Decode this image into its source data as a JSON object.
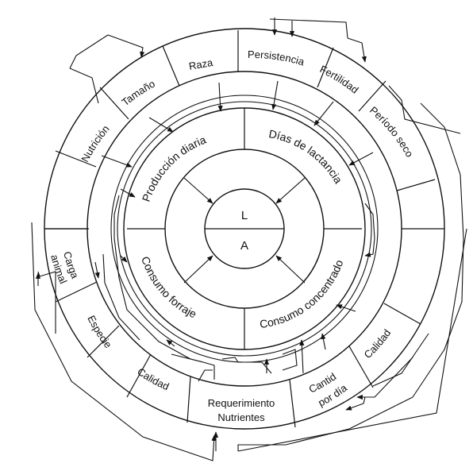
{
  "center": {
    "top": "L",
    "bottom": "A"
  },
  "mid_ring": {
    "produccion": "Producción diaria",
    "dias": "Días de lactancia",
    "forraje": "Consumo forraje",
    "concentrado": "Consumo concentrado"
  },
  "outer_ring": {
    "nutricion": "Nutrición",
    "tamano": "Tamaño",
    "raza": "Raza",
    "persistencia": "Persistencia",
    "fertilidad": "Fertilidad",
    "periodo_seco": "Período seco",
    "carga_1": "Carga",
    "carga_2": "animal",
    "especie": "Especie",
    "calidad_forraje": "Calidad",
    "req_1": "Requerimiento",
    "req_2": "Nutrientes",
    "cantidad_1": "Cantidad",
    "cantidad_2": "por día",
    "calidad_conc": "Calidad"
  }
}
